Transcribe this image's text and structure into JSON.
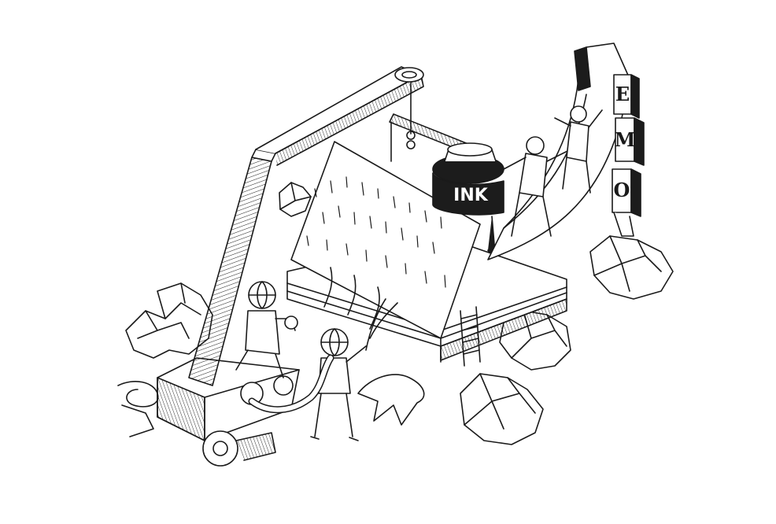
{
  "illustration": {
    "ink_bottle_label": "INK",
    "sculpture_letters": [
      "E",
      "M",
      "O"
    ]
  },
  "colors": {
    "background": "#ffffff",
    "line": "#1a1a1a",
    "ink": "#1c1c1c"
  }
}
